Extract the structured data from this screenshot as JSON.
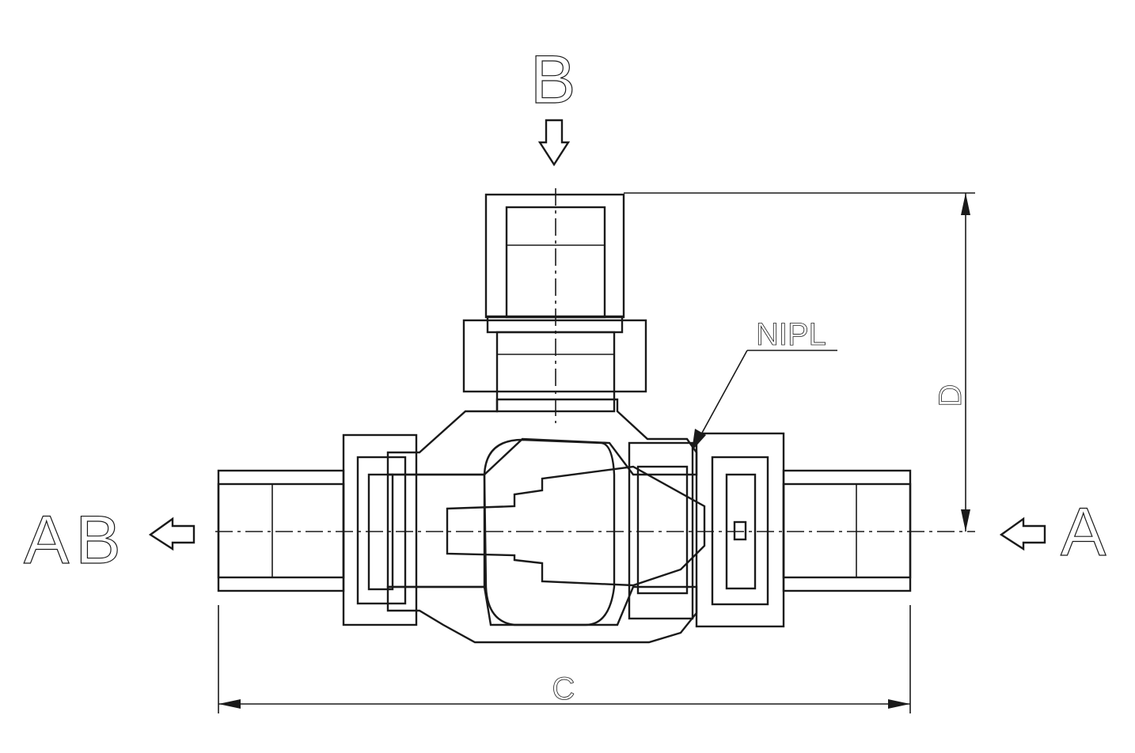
{
  "labels": {
    "port_top": "B",
    "port_left": "AB",
    "port_right": "A",
    "callout": "NIPL",
    "dim_width": "C",
    "dim_height": "D"
  },
  "colors": {
    "line": "#1a1a1a",
    "background": "#ffffff"
  },
  "icons": {
    "flow_in_top": "arrow-down-icon",
    "flow_out_left": "arrow-left-icon",
    "flow_in_right": "arrow-left-icon"
  }
}
